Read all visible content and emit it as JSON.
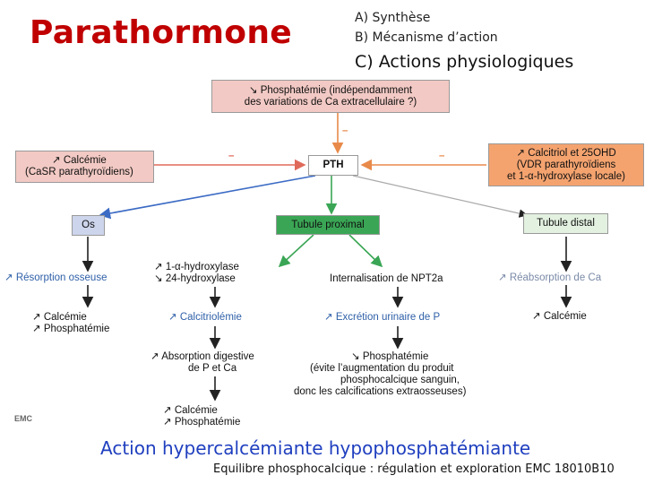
{
  "header": {
    "title": "Parathormone",
    "nav_a": "A)  Synthèse",
    "nav_b": "B)  Mécanisme d’action",
    "nav_c": "C) Actions physiologiques"
  },
  "diagram": {
    "phosphatemia_box": [
      "↘ Phosphatémie (indépendamment",
      "des variations de Ca extracellulaire ?)"
    ],
    "calcemia_box": [
      "↗ Calcémie",
      "(CaSR parathyroïdiens)"
    ],
    "calcitriol_box": [
      "↗ Calcitriol et 25OHD",
      "(VDR parathyroïdiens",
      "et 1-α-hydroxylase locale)"
    ],
    "pth_box": "PTH",
    "minus_left": "–",
    "minus_right": "–",
    "minus_top": "–",
    "os_box": "Os",
    "tubule_proximal_box": "Tubule proximal",
    "tubule_distal_box": "Tubule distal",
    "resorption": "↗ Résorption osseuse",
    "hydroxylase": [
      "↗ 1-α-hydroxylase",
      "↘ 24-hydroxylase"
    ],
    "internalisation": "Internalisation de NPT2a",
    "reabsorption": "↗ Réabsorption de Ca",
    "os_result": [
      "↗ Calcémie",
      "↗ Phosphatémie"
    ],
    "calcitriolemie": "↗ Calcitriolémie",
    "excretion": "↗ Excrétion urinaire de P",
    "distal_result": "↗ Calcémie",
    "absorption": [
      "↗ Absorption digestive",
      "de P et Ca"
    ],
    "phosphatemie_result": [
      "↘ Phosphatémie",
      "(évite l’augmentation du produit",
      "phosphocalcique sanguin,",
      "donc les calcifications extraosseuses)"
    ],
    "final_result": [
      "↗ Calcémie",
      "↗ Phosphatémie"
    ],
    "emc_logo": "EMC"
  },
  "footer": {
    "main": "Action hypercalcémiante hypophosphatémiante",
    "reference": "Equilibre phosphocalcique : régulation et exploration  EMC  18010B10"
  },
  "colors": {
    "title": "#c00000",
    "box_pink": "#f2c9c4",
    "box_blue": "#cdd5ec",
    "box_green": "#3aa655",
    "box_light_green": "#e3f1e0",
    "box_orange": "#f4a36f",
    "footer": "#1f3fbf"
  }
}
